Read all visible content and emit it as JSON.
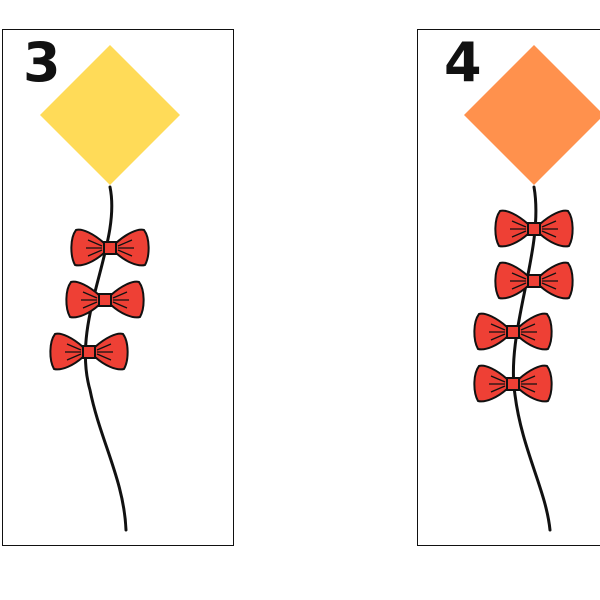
{
  "cards": [
    {
      "number": "3",
      "kite_color": "#FFDB58",
      "bow_count": 3,
      "bow_color": "#EE4035"
    },
    {
      "number": "4",
      "kite_color": "#FF914D",
      "bow_count": 4,
      "bow_color": "#EE4035"
    }
  ],
  "colors": {
    "outline": "#111111",
    "string": "#111111"
  },
  "icons": {
    "kite": "kite-icon",
    "bow": "bow-icon"
  }
}
